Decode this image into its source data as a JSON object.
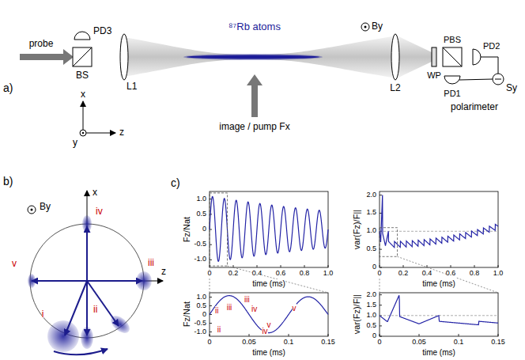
{
  "diagram": {
    "labels": [
      "a)",
      "probe",
      "PD3",
      "BS",
      "x",
      "y",
      "z",
      "L1",
      "⁸⁷Rb atoms",
      "By",
      "image / pump Fx",
      "L2",
      "PBS",
      "PD2",
      "WP",
      "PD1",
      "Sy",
      "polarimeter",
      "b)",
      "By",
      "x",
      "z",
      "iv",
      "v",
      "iii",
      "i",
      "ii",
      "c)",
      "Fz/Nat",
      "time (ms)",
      "0",
      "0.2",
      "0.4",
      "0.6",
      "0.8",
      "1.0",
      "-1.0",
      "-0.5",
      "0",
      "0.5",
      "1.0",
      "var(Fz)/F||",
      "time (ms)",
      "0",
      "0.2",
      "0.4",
      "0.6",
      "0.8",
      "1.0",
      "0",
      "0.5",
      "1.0",
      "1.5",
      "2.0",
      "Fz/Nat",
      "time (ms)",
      "0",
      "0.05",
      "0.1",
      "0.15",
      "-1.0",
      "-0.5",
      "0",
      "0.5",
      "1.0",
      "ii",
      "iii",
      "iv",
      "v",
      "var(Fz)/F||",
      "time (ms)",
      "0",
      "0.05",
      "0.1",
      "0.15",
      "0",
      "0.5",
      "1.0",
      "1.5",
      "2.0",
      "ii",
      "iii",
      "iv",
      "v"
    ]
  }
}
